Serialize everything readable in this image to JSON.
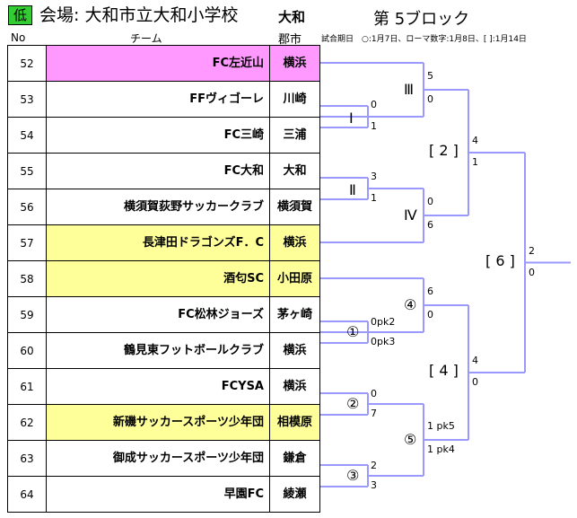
{
  "header": {
    "badge": "低",
    "venue": "会場: 大和市立大和小学校",
    "region": "大和",
    "block_title": "第 5ブロック",
    "legend": "試合期日　○:1月7日、ローマ数字:1月8日、[ ]:1月14日"
  },
  "columns": {
    "no": "No",
    "team": "チーム",
    "city": "郡市"
  },
  "colors": {
    "highlight_pink": "#ff99ff",
    "highlight_yellow": "#ffff99",
    "bracket_line": "#9999ff",
    "badge_green": "#33cc33"
  },
  "teams": [
    {
      "no": "52",
      "name": "FC左近山",
      "city": "横浜",
      "highlight": "pink"
    },
    {
      "no": "53",
      "name": "FFヴィゴーレ",
      "city": "川崎",
      "highlight": "none"
    },
    {
      "no": "54",
      "name": "FC三崎",
      "city": "三浦",
      "highlight": "none"
    },
    {
      "no": "55",
      "name": "FC大和",
      "city": "大和",
      "highlight": "none"
    },
    {
      "no": "56",
      "name": "横須賀荻野サッカークラブ",
      "city": "横須賀",
      "highlight": "none"
    },
    {
      "no": "57",
      "name": "長津田ドラゴンズF．C",
      "city": "横浜",
      "highlight": "yellow"
    },
    {
      "no": "58",
      "name": "酒匂SC",
      "city": "小田原",
      "highlight": "yellow"
    },
    {
      "no": "59",
      "name": "FC松林ジョーズ",
      "city": "茅ヶ崎",
      "highlight": "none"
    },
    {
      "no": "60",
      "name": "鶴見東フットボールクラブ",
      "city": "横浜",
      "highlight": "none"
    },
    {
      "no": "61",
      "name": "FCYSA",
      "city": "横浜",
      "highlight": "none"
    },
    {
      "no": "62",
      "name": "新磯サッカースポーツ少年団",
      "city": "相模原",
      "highlight": "yellow"
    },
    {
      "no": "63",
      "name": "御成サッカースポーツ少年団",
      "city": "鎌倉",
      "highlight": "none"
    },
    {
      "no": "64",
      "name": "早園FC",
      "city": "綾瀬",
      "highlight": "none"
    }
  ],
  "matches": [
    {
      "label": "Ⅰ",
      "score_top": "0",
      "score_bottom": "1"
    },
    {
      "label": "Ⅱ",
      "score_top": "3",
      "score_bottom": "1"
    },
    {
      "label": "Ⅲ",
      "score_top": "5",
      "score_bottom": "0"
    },
    {
      "label": "Ⅳ",
      "score_top": "0",
      "score_bottom": "6"
    },
    {
      "label": "①",
      "score_top": "0pk2",
      "score_bottom": "0pk3"
    },
    {
      "label": "②",
      "score_top": "0",
      "score_bottom": "7"
    },
    {
      "label": "③",
      "score_top": "2",
      "score_bottom": "3"
    },
    {
      "label": "④",
      "score_top": "6",
      "score_bottom": "0"
    },
    {
      "label": "⑤",
      "score_top": "1 pk5",
      "score_bottom": "1 pk4"
    },
    {
      "label": "[ 2 ]",
      "score_top": "4",
      "score_bottom": "1"
    },
    {
      "label": "[ 4 ]",
      "score_top": "4",
      "score_bottom": "0"
    },
    {
      "label": "[ 6 ]",
      "score_top": "2",
      "score_bottom": "0"
    }
  ]
}
